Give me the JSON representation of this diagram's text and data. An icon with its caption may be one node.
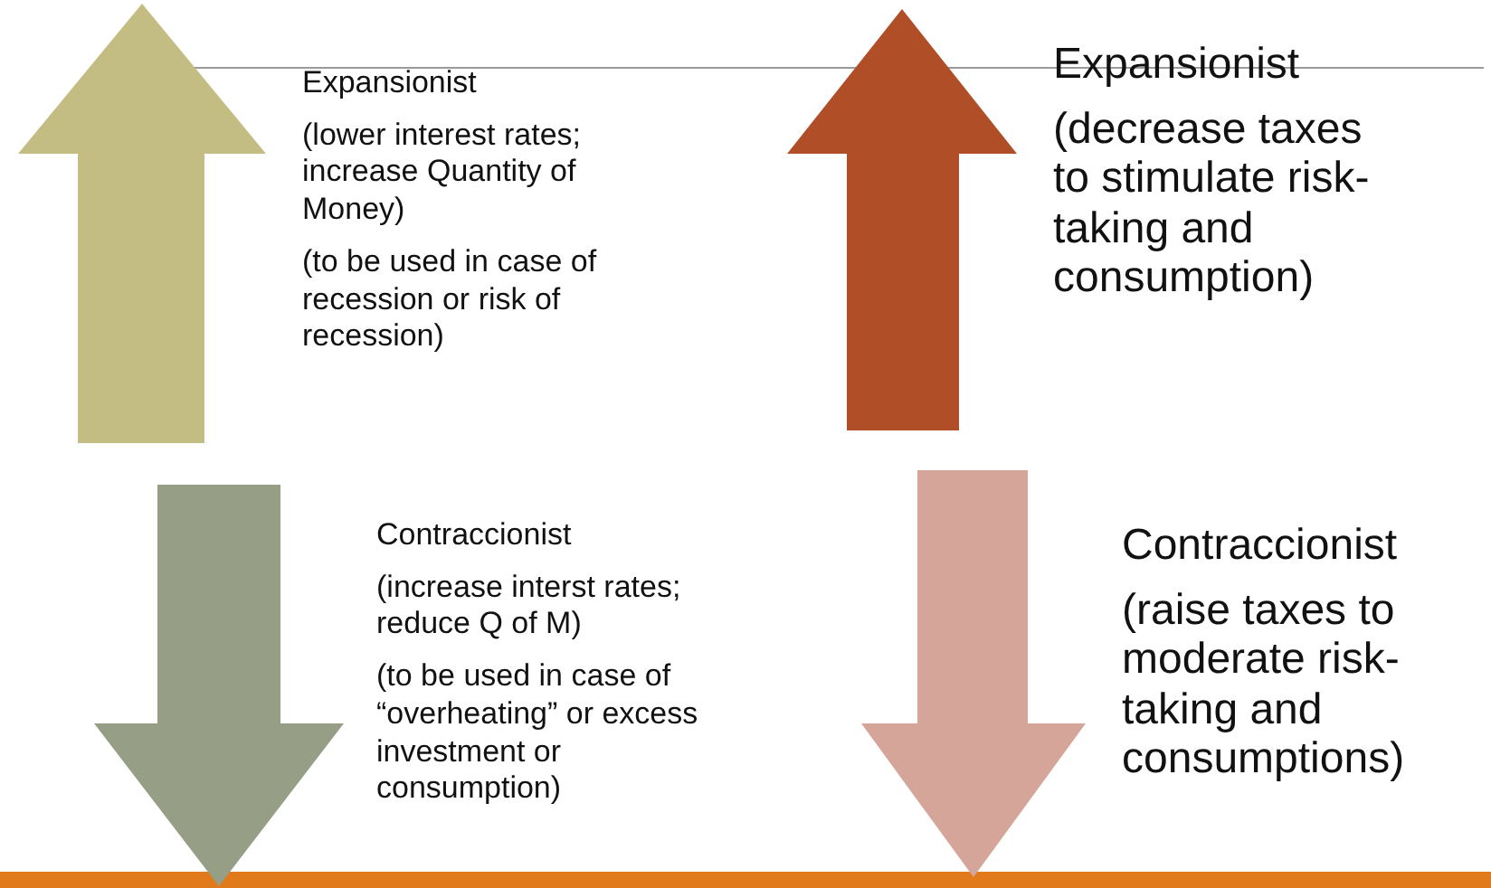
{
  "diagram": {
    "nodes": [
      {
        "text": [],
        "shape": "arrow",
        "beside": [
          "Expansionist",
          "(lower interest rates; increase Quantity of Money)",
          "(to be used in case of recession or risk of recession)"
        ]
      },
      {
        "text": [],
        "shape": "arrow",
        "beside": [
          "Expansionist",
          "(decrease taxes to stimulate risk-taking and consumption)"
        ]
      },
      {
        "text": [],
        "shape": "arrow",
        "beside": [
          "Contraccionist",
          "(increase interst rates; reduce Q of M)",
          "(to be used in case of “overheating” or excess investment or consumption)"
        ]
      },
      {
        "text": [],
        "shape": "arrow",
        "beside": [
          "Contraccionist",
          "(raise taxes to moderate risk-taking and consumptions)"
        ]
      }
    ]
  }
}
